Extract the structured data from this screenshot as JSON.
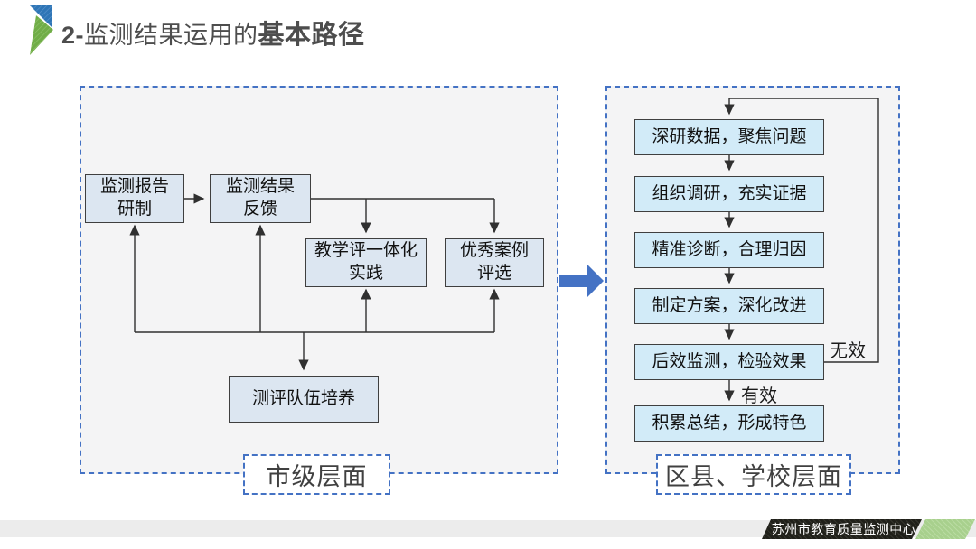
{
  "title": {
    "number": "2-",
    "regular": "监测结果运用的",
    "bold": "基本路径"
  },
  "left_panel": {
    "caption": "市级层面",
    "boxes": [
      {
        "label": "监测报告\n研制"
      },
      {
        "label": "监测结果\n反馈"
      },
      {
        "label": "教学评一体化\n实践"
      },
      {
        "label": "优秀案例\n评选"
      },
      {
        "label": "测评队伍培养"
      }
    ]
  },
  "right_panel": {
    "caption": "区县、学校层面",
    "boxes": [
      {
        "label": "深研数据，聚焦问题"
      },
      {
        "label": "组织调研，充实证据"
      },
      {
        "label": "精准诊断，合理归因"
      },
      {
        "label": "制定方案，深化改进"
      },
      {
        "label": "后效监测，检验效果"
      },
      {
        "label": "积累总结，形成特色"
      }
    ],
    "branch_labels": {
      "invalid": "无效",
      "valid": "有效"
    }
  },
  "footer": {
    "org": "苏州市教育质量监测中心"
  },
  "colors": {
    "accent_blue": "#4472c4",
    "city_box_fill": "#dce6f1",
    "district_box_fill": "#d2ebf8",
    "panel_fill": "#f4f4f5",
    "line": "#303030",
    "logo_blue": "#2e75b6",
    "logo_green": "#70ad47",
    "footer_dark": "#20201a",
    "footer_green": "#a8d08d"
  }
}
